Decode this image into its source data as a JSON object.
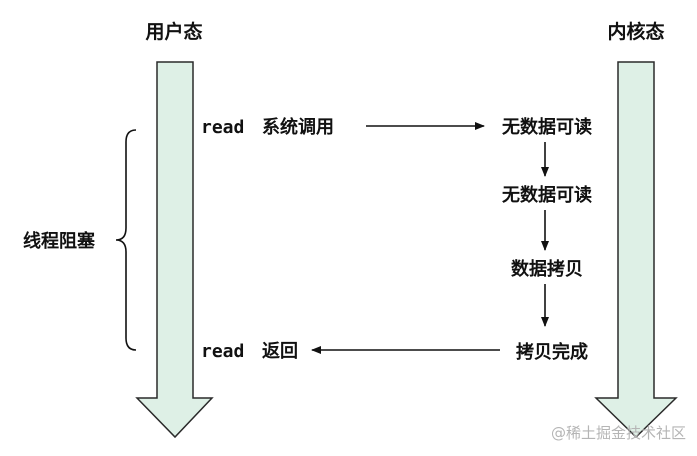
{
  "columns": {
    "user": "用户态",
    "kernel": "内核态"
  },
  "side_label": "线程阻塞",
  "calls": {
    "read_keyword": "read",
    "call_text": "系统调用",
    "return_text": "返回"
  },
  "kernel_steps": [
    "无数据可读",
    "无数据可读",
    "数据拷贝",
    "拷贝完成"
  ],
  "watermark": "@稀土掘金技术社区",
  "colors": {
    "arrow_fill": "#def0e6",
    "arrow_stroke": "#2a2a2a",
    "line": "#111111",
    "watermark": "#b5b5b5"
  }
}
